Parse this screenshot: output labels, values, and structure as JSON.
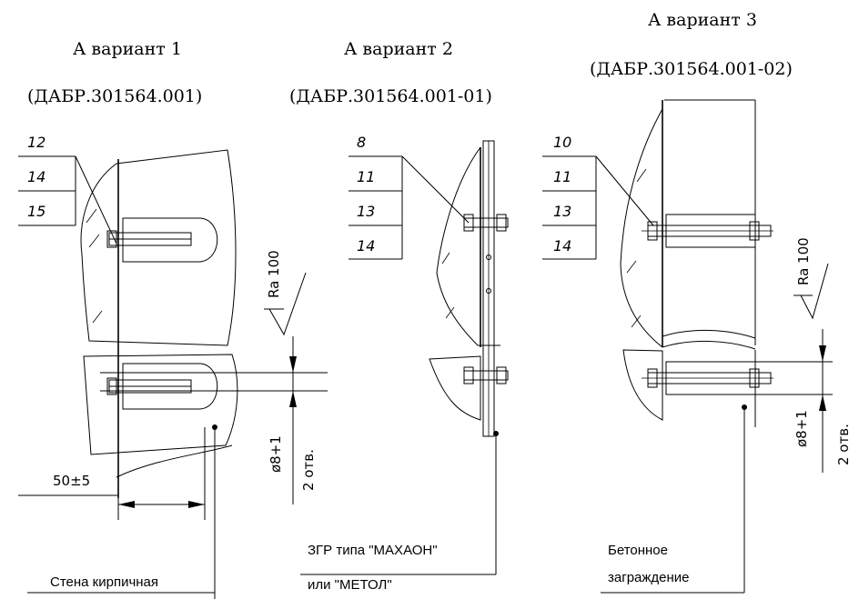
{
  "variants": [
    {
      "title": "А вариант 1",
      "code": "(ДАБР.301564.001)",
      "callouts": [
        "12",
        "14",
        "15"
      ]
    },
    {
      "title": "А вариант 2",
      "code": "(ДАБР.301564.001-01)",
      "callouts": [
        "8",
        "11",
        "13",
        "14"
      ]
    },
    {
      "title": "А вариант 3",
      "code": "(ДАБР.301564.001-02)",
      "callouts": [
        "10",
        "11",
        "13",
        "14"
      ]
    }
  ],
  "annotations": {
    "roughness_1": "Ra 100",
    "roughness_3": "Ra 100",
    "hole_dia_1": "ø8+1",
    "holes_count_1": "2 отв.",
    "hole_dia_3": "ø8+1",
    "holes_count_3": "2 отв.",
    "dim_50": "50±5",
    "wall_brick": "Стена кирпичная",
    "anchor_line1": "ЗГР типа \"МАХАОН\"",
    "anchor_line2": "или \"МЕТОЛ\"",
    "concrete_line1": "Бетонное",
    "concrete_line2": "заграждение"
  }
}
